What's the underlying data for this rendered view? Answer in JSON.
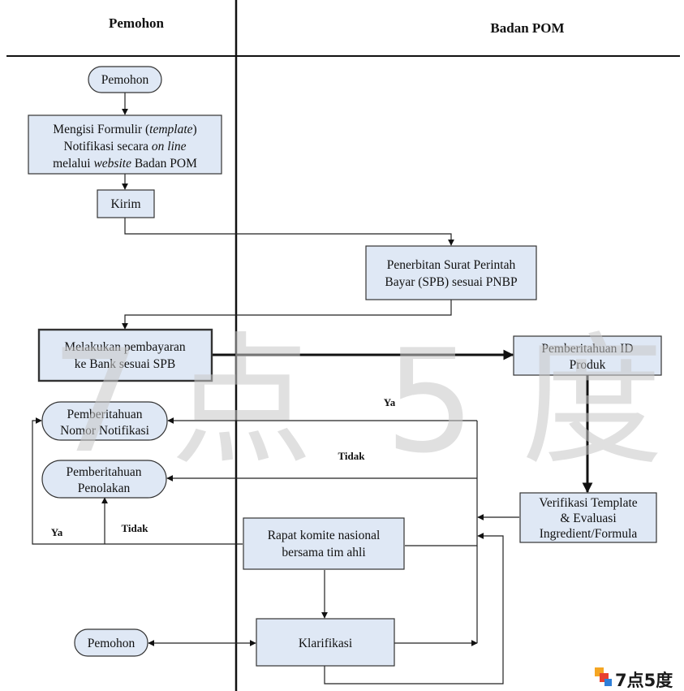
{
  "lanes": {
    "left_header": "Pemohon",
    "right_header": "Badan POM"
  },
  "nodes": {
    "pemohon_start": "Pemohon",
    "mengisi_formulir": {
      "line1_a": "Mengisi Formulir (",
      "line1_i": "template",
      "line1_b": ")",
      "line2_a": "Notifikasi secara ",
      "line2_i": "on line",
      "line3_a": "melalui ",
      "line3_i": "website",
      "line3_b": " Badan POM"
    },
    "kirim": "Kirim",
    "penerbitan_spb": {
      "line1": "Penerbitan Surat Perintah",
      "line2": "Bayar (SPB) sesuai PNBP"
    },
    "melakukan_pembayaran": {
      "line1": "Melakukan pembayaran",
      "line2": "ke Bank sesuai SPB"
    },
    "pemberitahuan_id": {
      "line1": "Pemberitahuan ID",
      "line2": "Produk"
    },
    "pemberitahuan_nomor": {
      "line1": "Pemberitahuan",
      "line2": "Nomor Notifikasi"
    },
    "pemberitahuan_penolakan": {
      "line1": "Pemberitahuan",
      "line2": "Penolakan"
    },
    "verifikasi": {
      "line1": "Verifikasi Template",
      "line2": "& Evaluasi",
      "line3": "Ingredient/Formula"
    },
    "rapat_komite": {
      "line1": "Rapat komite nasional",
      "line2": "bersama tim ahli"
    },
    "klarifikasi": "Klarifikasi",
    "pemohon_end": "Pemohon"
  },
  "edge_labels": {
    "ya_top": "Ya",
    "tidak_mid": "Tidak",
    "ya_left": "Ya",
    "tidak_left": "Tidak"
  },
  "watermark": {
    "c1": "7",
    "c2": "点",
    "c3": "5",
    "c4": "度"
  },
  "logo": {
    "text": "7点5度"
  },
  "colors": {
    "box_fill": "#dfe8f5",
    "stroke": "#222222"
  }
}
